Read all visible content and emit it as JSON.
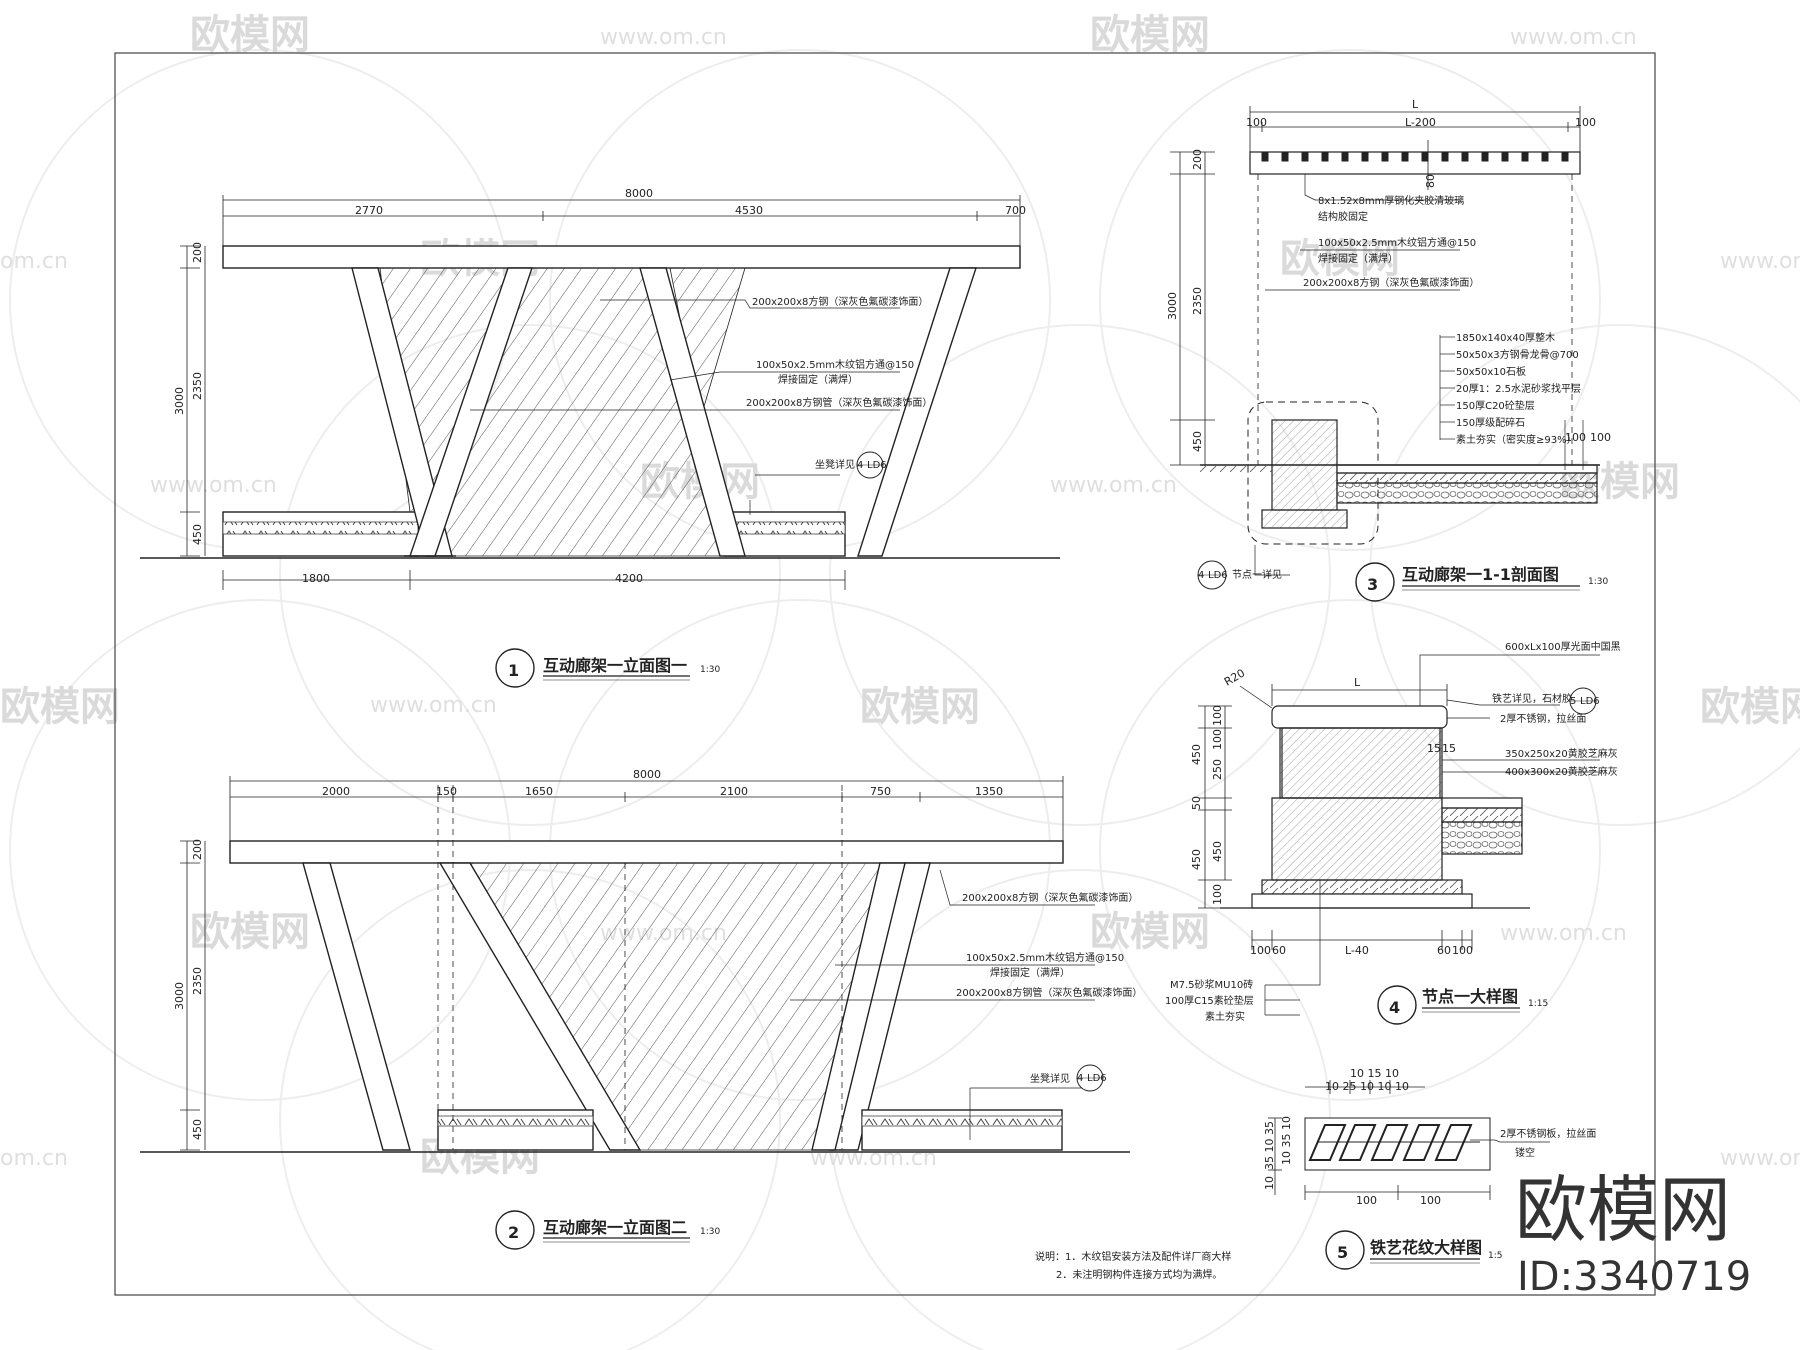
{
  "watermarks": {
    "logo_text": "欧模网",
    "site": "www.om.cn",
    "site_short": "om.cn"
  },
  "brand": {
    "logo": "欧模网",
    "id": "ID:3340719"
  },
  "elevation1": {
    "title": "互动廊架一立面图一",
    "scale": "1:30",
    "num": "1",
    "dims_top": {
      "total": "8000",
      "a": "2770",
      "b": "4530",
      "c": "700"
    },
    "dims_left": {
      "h200": "200",
      "h2350": "2350",
      "h3000": "3000",
      "h450": "450"
    },
    "dims_bottom": {
      "a": "1800",
      "b": "4200"
    },
    "notes": [
      "200x200x8方钢（深灰色氟碳漆饰面）",
      "100x50x2.5mm木纹铝方通@150",
      "焊接固定（满焊）",
      "200x200x8方钢管（深灰色氟碳漆饰面）"
    ],
    "ref_label": "坐凳详见",
    "ref_num": "4",
    "ref_sheet": "LD6"
  },
  "elevation2": {
    "title": "互动廊架一立面图二",
    "scale": "1:30",
    "num": "2",
    "dims_top": {
      "total": "8000",
      "a": "2000",
      "b": "150",
      "c": "1650",
      "d": "2100",
      "e": "750",
      "f": "1350"
    },
    "dims_left": {
      "h200": "200",
      "h2350": "2350",
      "h3000": "3000",
      "h450": "450"
    },
    "notes": [
      "200x200x8方钢（深灰色氟碳漆饰面）",
      "100x50x2.5mm木纹铝方通@150",
      "焊接固定（满焊）",
      "200x200x8方钢管（深灰色氟碳漆饰面）"
    ],
    "ref_label": "坐凳详见",
    "ref_num": "4",
    "ref_sheet": "LD6"
  },
  "section3": {
    "title": "互动廊架一1-1剖面图",
    "scale": "1:30",
    "num": "3",
    "dims_top": {
      "L": "L",
      "a": "100",
      "b": "L-200",
      "c": "100"
    },
    "dims_left": {
      "h200": "200",
      "h2350": "2350",
      "h3000": "3000",
      "h450": "450"
    },
    "dim_80": "80",
    "dims_right": {
      "a": "100",
      "b": "100"
    },
    "notes_top": [
      "8x1.52x8mm厚钢化夹胶清玻璃",
      "结构胶固定",
      "100x50x2.5mm木纹铝方通@150",
      "焊接固定（满焊）",
      "200x200x8方钢（深灰色氟碳漆饰面）"
    ],
    "notes_layers": [
      "1850x140x40厚整木",
      "50x50x3方钢骨龙骨@700",
      "50x50x10石板",
      "20厚1：2.5水泥砂浆找平层",
      "150厚C20砼垫层",
      "150厚级配碎石",
      "素土夯实（密实度≥93%）"
    ],
    "ref_num": "4",
    "ref_sheet": "LD6",
    "ref_label": "节点一详见"
  },
  "detail4": {
    "title": "节点一大样图",
    "scale": "1:15",
    "num": "4",
    "dim_L": "L",
    "dim_R20": "R20",
    "dims_left": {
      "a": "100",
      "b": "100",
      "c": "250",
      "d": "450",
      "e": "50",
      "f": "450",
      "g": "450",
      "h": "100"
    },
    "dims_bottom": {
      "a": "100",
      "b": "60",
      "c": "L-40",
      "d": "60",
      "e": "100"
    },
    "dim_15": "15",
    "dim_15b": "15",
    "notes": [
      "600xLx100厚光面中国黑",
      "铁艺详见，石材胶黏贴",
      "2厚不锈钢，拉丝面",
      "350x250x20黄胶芝麻灰",
      "400x300x20黄胶芝麻灰"
    ],
    "ref_num": "5",
    "ref_sheet": "LD6",
    "notes_bottom": [
      "M7.5砂浆MU10砖",
      "100厚C15素砼垫层",
      "素土夯实"
    ]
  },
  "detail5": {
    "title": "铁艺花纹大样图",
    "scale": "1:5",
    "num": "5",
    "dims_top1": "10 15 10",
    "dims_top2": "10  25  10  10    10",
    "dims_left": "10 35 10",
    "dims_left2": "35 10 35",
    "dims_left3": "10",
    "dims_bottom": {
      "a": "100",
      "b": "100"
    },
    "notes": [
      "2厚不锈钢板，拉丝面",
      "镂空"
    ]
  },
  "explain": {
    "lines": [
      "说明：1．木纹铝安装方法及配件详厂商大样",
      "2．未注明钢构件连接方式均为满焊。"
    ]
  }
}
